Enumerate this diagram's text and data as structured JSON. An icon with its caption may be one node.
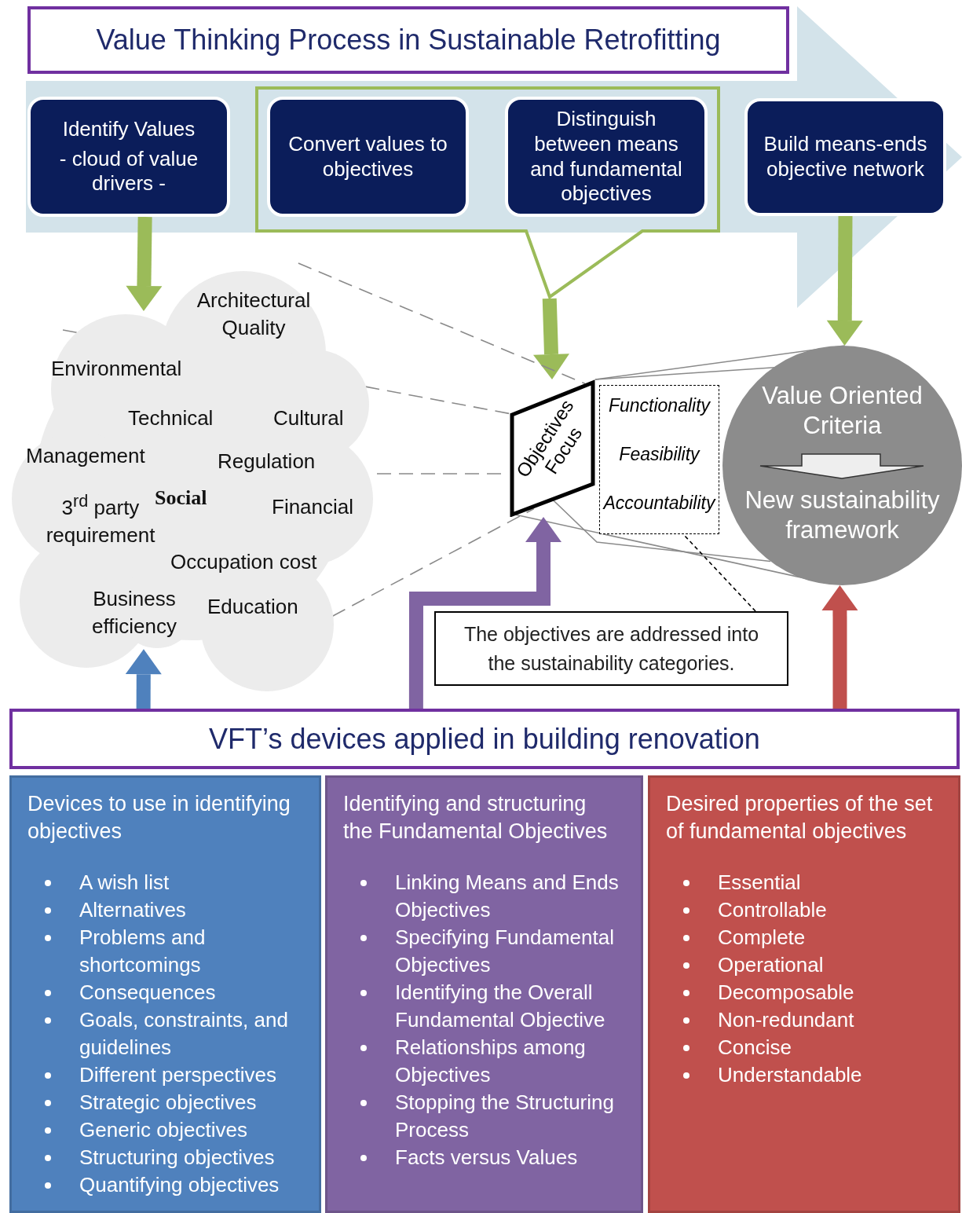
{
  "diagram": {
    "nodes": [
      {
        "text": [
          "Value Thinking Process in Sustainable Retrofitting"
        ]
      },
      {
        "text": [
          "Identify Values",
          "- cloud of value drivers -"
        ]
      },
      {
        "text": [],
        "shape": "box"
      },
      {
        "text": [
          "Convert values to objectives"
        ],
        "in": 2
      },
      {
        "text": [
          "Distinguish between means and fundamental objectives"
        ],
        "in": 2
      },
      {
        "text": [
          "Build means-ends objective network"
        ]
      },
      {
        "text": [
          "Architectural Quality",
          "Environmental",
          "Technical",
          "Cultural",
          "Management",
          "Regulation",
          "3$^{rd}$ party requirement",
          "Social",
          "Financial",
          "Occupation cost",
          "Business efficiency",
          "Education"
        ]
      },
      {
        "text": [
          "Objectives Focus"
        ]
      },
      {
        "text": [
          "Functionality",
          "Feasibility",
          "Accountability"
        ]
      },
      {
        "text": [
          "Value Oriented Criteria",
          "New sustainability framework"
        ]
      },
      {
        "text": [
          "The objectives are addressed into the sustainability categories."
        ]
      },
      {
        "text": [
          "VFT’s devices applied in building renovation"
        ]
      },
      {
        "text": [
          "Devices to use in identifying objectives",
          "A wish list",
          "Alternatives",
          "Problems and shortcomings",
          "Consequences",
          "Goals, constraints, and guidelines",
          "Different perspectives",
          "Strategic objectives",
          "Generic objectives",
          "Structuring objectives",
          "Quantifying objectives"
        ]
      },
      {
        "text": [
          "Identifying and structuring the Fundamental Objectives",
          "Linking Means and Ends Objectives",
          "Specifying Fundamental Objectives",
          "Identifying the Overall Fundamental Objective",
          "Relationships among Objectives",
          "Stopping the Structuring Process",
          "Facts versus Values"
        ]
      },
      {
        "text": [
          "Desired properties of the set of fundamental objectives",
          "Essential",
          "Controllable",
          "Complete",
          "Operational",
          "Decomposable",
          "Non-redundant",
          "Concise",
          "Understandable"
        ]
      }
    ],
    "edges": [
      {
        "from": 1,
        "to": 6,
        "arrow": "to",
        "style": "thick",
        "color": "#9bbb59"
      },
      {
        "from": 2,
        "to": 7,
        "arrow": "to",
        "style": "thick",
        "color": "#9bbb59"
      },
      {
        "from": 5,
        "to": 9,
        "arrow": "to",
        "style": "thick",
        "color": "#9bbb59"
      },
      {
        "from": 6,
        "to": 7,
        "arrow": "none",
        "style": "dashed"
      },
      {
        "from": 6,
        "to": 7,
        "arrow": "none",
        "style": "dashed"
      },
      {
        "from": 6,
        "to": 7,
        "arrow": "none",
        "style": "dashed"
      },
      {
        "from": 6,
        "to": 7,
        "arrow": "none",
        "style": "dashed"
      },
      {
        "from": 7,
        "to": 9,
        "arrow": "none"
      },
      {
        "from": 7,
        "to": 9,
        "arrow": "none"
      },
      {
        "from": 7,
        "to": 9,
        "arrow": "none"
      },
      {
        "from": 7,
        "to": 9,
        "arrow": "none"
      },
      {
        "from": 10,
        "to": 8,
        "arrow": "none",
        "style": "dashed",
        "color": "#000000"
      },
      {
        "from": 11,
        "to": 6,
        "arrow": "to",
        "style": "thick",
        "color": "#4f81bd"
      },
      {
        "from": 11,
        "to": 7,
        "arrow": "to",
        "style": "thick",
        "color": "#8064a2"
      },
      {
        "from": 11,
        "to": 9,
        "arrow": "to",
        "style": "thick",
        "color": "#c0504d"
      }
    ]
  }
}
